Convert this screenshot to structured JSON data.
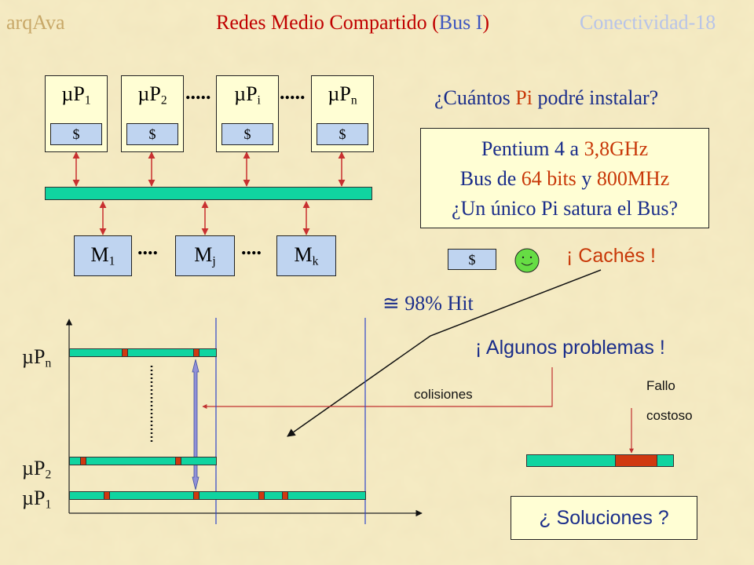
{
  "header": {
    "left": "arqAva",
    "center_prefix": "Redes Medio Compartido (",
    "center_highlight": "Bus I",
    "center_suffix": ")",
    "right": "Conectividad-18"
  },
  "processors": [
    {
      "label": "µP",
      "sub": "1",
      "cache": "$"
    },
    {
      "label": "µP",
      "sub": "2",
      "cache": "$"
    },
    {
      "label": "µP",
      "sub": "i",
      "cache": "$"
    },
    {
      "label": "µP",
      "sub": "n",
      "cache": "$"
    }
  ],
  "memories": [
    {
      "label": "M",
      "sub": "1"
    },
    {
      "label": "M",
      "sub": "j"
    },
    {
      "label": "M",
      "sub": "k"
    }
  ],
  "dots": {
    "proc": ".....",
    "mem": "...."
  },
  "question": {
    "prefix": "¿Cuántos ",
    "highlight": "Pi",
    "suffix": " podré instalar?"
  },
  "pentium_box": {
    "line1_prefix": "Pentium 4 a ",
    "line1_highlight": "3,8GHz",
    "line2_prefix": "Bus de ",
    "line2_highlight1": "64 bits",
    "line2_middle": " y ",
    "line2_highlight2": "800MHz",
    "line3": "¿Un único Pi satura el Bus?"
  },
  "cache_small": "$",
  "caches_label": "¡ Cachés !",
  "hit_label": "≅ 98% Hit",
  "problems_label": "¡ Algunos problemas !",
  "colisiones_label": "colisiones",
  "fallo_label_1": "Fallo",
  "fallo_label_2": "costoso",
  "soluciones_label": "¿ Soluciones ?",
  "timeline_labels": [
    {
      "label": "µP",
      "sub": "n"
    },
    {
      "label": "µP",
      "sub": "2"
    },
    {
      "label": "µP",
      "sub": "1"
    }
  ],
  "colors": {
    "background": "#f6ecc4",
    "header_left": "#c8a868",
    "header_red": "#c00000",
    "header_blue": "#4058c0",
    "highlight_red": "#c83808",
    "text_blue": "#1a2d8a",
    "cache_fill": "#bfd4f0",
    "box_fill": "#fffed4",
    "bus_green": "#10d4a0",
    "segment_red": "#d03810",
    "arrow_red": "#c83030",
    "vline_blue": "#3046c8"
  }
}
